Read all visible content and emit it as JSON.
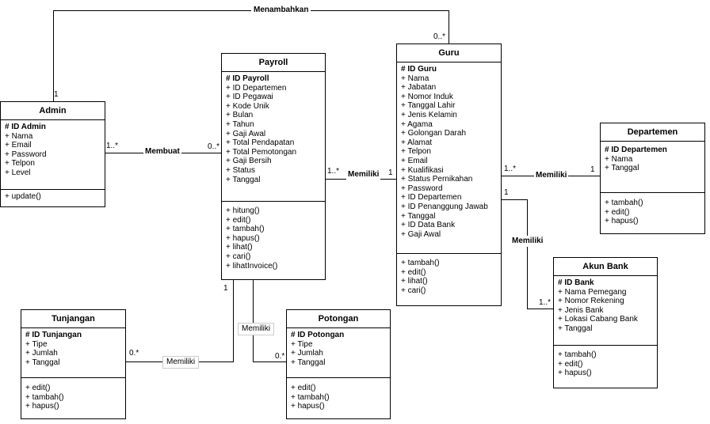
{
  "classes": {
    "admin": {
      "name": "Admin",
      "attributes": [
        "# ID Admin",
        "+ Nama",
        "+ Email",
        "+ Password",
        "+ Telpon",
        "+ Level"
      ],
      "methods": [
        "+ update()"
      ]
    },
    "payroll": {
      "name": "Payroll",
      "attributes": [
        "# ID Payroll",
        "+ ID Departemen",
        "+ ID Pegawai",
        "+ Kode Unik",
        "+ Bulan",
        "+ Tahun",
        "+ Gaji Awal",
        "+ Total Pendapatan",
        "+ Total Pemotongan",
        "+ Gaji Bersih",
        "+ Status",
        "+ Tanggal"
      ],
      "methods": [
        "+ hitung()",
        "+ edit()",
        "+ tambah()",
        "+ hapus()",
        "+ lihat()",
        "+ cari()",
        "+ lihatInvoice()"
      ]
    },
    "guru": {
      "name": "Guru",
      "attributes": [
        "# ID Guru",
        "+ Nama",
        "+ Jabatan",
        "+ Nomor Induk",
        "+ Tanggal Lahir",
        "+ Jenis Kelamin",
        "+ Agama",
        "+ Golongan Darah",
        "+ Alamat",
        "+ Telpon",
        "+ Email",
        "+ Kualifikasi",
        "+ Status Pernikahan",
        "+ Password",
        "+ ID Departemen",
        "+ ID Penanggung Jawab",
        "+ Tanggal",
        "+ ID Data Bank",
        "+ Gaji Awal"
      ],
      "methods": [
        "+ tambah()",
        "+ edit()",
        "+ lihat()",
        "+ cari()"
      ]
    },
    "departemen": {
      "name": "Departemen",
      "attributes": [
        "# ID Departemen",
        "+ Nama",
        "+ Tanggal"
      ],
      "methods": [
        "+ tambah()",
        "+ edit()",
        "+ hapus()"
      ]
    },
    "akun_bank": {
      "name": "Akun Bank",
      "attributes": [
        "# ID Bank",
        "+ Nama Pemegang",
        "+ Nomor Rekening",
        "+ Jenis Bank",
        "+ Lokasi Cabang Bank",
        "+ Tanggal"
      ],
      "methods": [
        "+ tambah()",
        "+ edit()",
        "+ hapus()"
      ]
    },
    "tunjangan": {
      "name": "Tunjangan",
      "attributes": [
        "# ID Tunjangan",
        "+ Tipe",
        "+ Jumlah",
        "+ Tanggal"
      ],
      "methods": [
        "+ edit()",
        "+ tambah()",
        "+ hapus()"
      ]
    },
    "potongan": {
      "name": "Potongan",
      "attributes": [
        "# ID Potongan",
        "+ Tipe",
        "+ Jumlah",
        "+ Tanggal"
      ],
      "methods": [
        "+ edit()",
        "+ tambah()",
        "+ hapus()"
      ]
    }
  },
  "relations": {
    "menambahkan": {
      "label": "Menambahkan",
      "from_mult": "1",
      "to_mult": "0..*"
    },
    "membuat": {
      "label": "Membuat",
      "from_mult": "1..*",
      "to_mult": "0..*"
    },
    "payroll_guru": {
      "label": "Memiliki",
      "from_mult": "1..*",
      "to_mult": "1"
    },
    "guru_departemen": {
      "label": "Memiliki",
      "from_mult": "1..*",
      "to_mult": "1"
    },
    "guru_bank": {
      "label": "Memiliki",
      "from_mult": "1",
      "to_mult": "1..*"
    },
    "payroll_tunjangan": {
      "label": "Memiliki",
      "from_mult": "1",
      "to_mult": "0.*"
    },
    "payroll_potongan": {
      "label": "Memiliki",
      "from_mult": "",
      "to_mult": "0.*"
    }
  }
}
